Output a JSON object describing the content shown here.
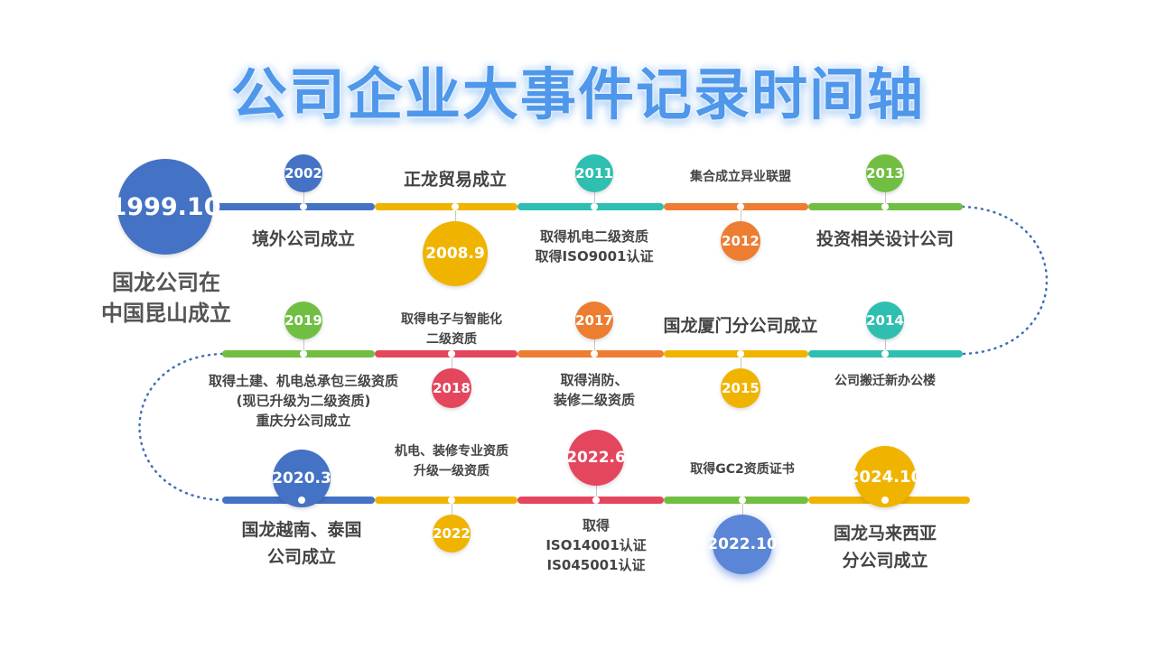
{
  "title": "公司企业大事件记录时间轴",
  "colors": {
    "blue": "#4472c4",
    "yellow": "#f0b400",
    "teal": "#2fbfb0",
    "orange": "#ed7d31",
    "green": "#70bf42",
    "red": "#e4465e",
    "connector": "#3f6fb5"
  },
  "start": {
    "year": "1999.10",
    "event": [
      "国龙公司在",
      "中国昆山成立"
    ]
  },
  "events": [
    {
      "year": "2002",
      "event": [
        "境外公司成立"
      ]
    },
    {
      "year": "2008.9",
      "event": [
        "正龙贸易成立"
      ]
    },
    {
      "year": "2011",
      "event": [
        "取得机电二级资质",
        "取得ISO9001认证"
      ]
    },
    {
      "year": "2012",
      "event": [
        "集合成立异业联盟"
      ]
    },
    {
      "year": "2013",
      "event": [
        "投资相关设计公司"
      ]
    },
    {
      "year": "2014",
      "event": [
        "公司搬迁新办公楼"
      ]
    },
    {
      "year": "2015",
      "event": [
        "国龙厦门分公司成立"
      ]
    },
    {
      "year": "2017",
      "event": [
        "取得消防、",
        "装修二级资质"
      ]
    },
    {
      "year": "2018",
      "event": [
        "取得电子与智能化",
        "二级资质"
      ]
    },
    {
      "year": "2019",
      "event": [
        "取得土建、机电总承包三级资质",
        "(现已升级为二级资质)",
        "重庆分公司成立"
      ]
    },
    {
      "year": "2020.3",
      "event": [
        "国龙越南、泰国",
        "公司成立"
      ]
    },
    {
      "year": "2022",
      "event": [
        "机电、装修专业资质",
        "升级一级资质"
      ]
    },
    {
      "year": "2022.6",
      "event": [
        "取得",
        "ISO14001认证",
        "IS045001认证"
      ]
    },
    {
      "year": "2022.10",
      "event": [
        "取得GC2资质证书"
      ]
    },
    {
      "year": "2024.10",
      "event": [
        "国龙马来西亚",
        "分公司成立"
      ]
    }
  ]
}
